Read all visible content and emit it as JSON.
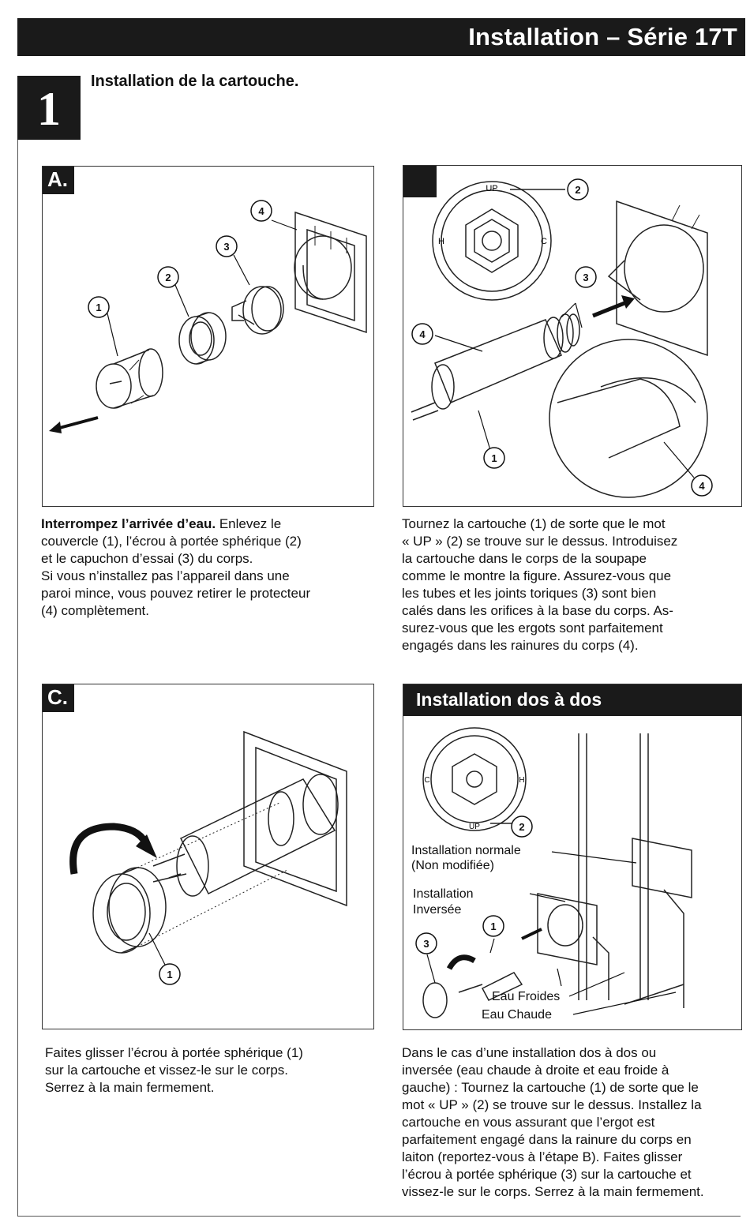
{
  "header": {
    "title": "Installation – Série 17T"
  },
  "step": {
    "number": "1",
    "title": "Installation de la cartouche."
  },
  "panels": {
    "a": {
      "label": "A.",
      "callouts": [
        "1",
        "2",
        "3",
        "4"
      ],
      "text_bold": "Interrompez l’arrivée d’eau.",
      "text_lines": [
        " Enlevez le",
        "couvercle (1), l’écrou à portée sphérique (2)",
        "et le capuchon d’essai (3) du corps.",
        "Si vous n’installez pas l’appareil dans une",
        "paroi mince, vous pouvez retirer le protecteur",
        "(4) complètement."
      ]
    },
    "b": {
      "callouts": [
        "2",
        "3",
        "4",
        "1",
        "4"
      ],
      "marks": [
        "UP",
        "H",
        "C"
      ],
      "text_lines": [
        "Tournez la cartouche (1) de sorte que le mot",
        "« UP » (2) se trouve sur le dessus. Introduisez",
        "la cartouche dans le corps de la soupape",
        "comme le montre la figure. Assurez-vous que",
        "les tubes et les joints toriques (3) sont bien",
        "calés dans les orifices à la base du corps. As-",
        "surez-vous que les ergots sont parfaitement",
        "engagés dans les rainures du corps (4)."
      ]
    },
    "c": {
      "label": "C.",
      "callouts": [
        "1"
      ],
      "text_lines": [
        "Faites glisser l’écrou à portée sphérique (1)",
        "sur la cartouche et vissez-le sur le corps.",
        "Serrez à la main fermement."
      ]
    },
    "d": {
      "title": "Installation dos à dos",
      "marks": [
        "UP",
        "C",
        "H"
      ],
      "callouts": [
        "2",
        "1",
        "3"
      ],
      "labels": {
        "normal": "Installation normale",
        "normal_sub": "(Non modifiée)",
        "inverse": "Installation",
        "inverse_sub": "Inversée",
        "cold": "Eau Froides",
        "hot": "Eau Chaude"
      },
      "text_lines": [
        "Dans le cas d’une installation dos à dos ou",
        "inversée (eau chaude à droite et eau froide à",
        "gauche) : Tournez la cartouche (1) de sorte que le",
        "mot « UP » (2) se trouve sur le dessus. Installez la",
        "cartouche en vous assurant que l’ergot est",
        "parfaitement engagé dans la rainure du corps en",
        "laiton (reportez-vous à l’étape B). Faites glisser",
        "l’écrou à portée sphérique (3) sur la cartouche et",
        "vissez-le sur le corps. Serrez à la main fermement."
      ]
    }
  }
}
